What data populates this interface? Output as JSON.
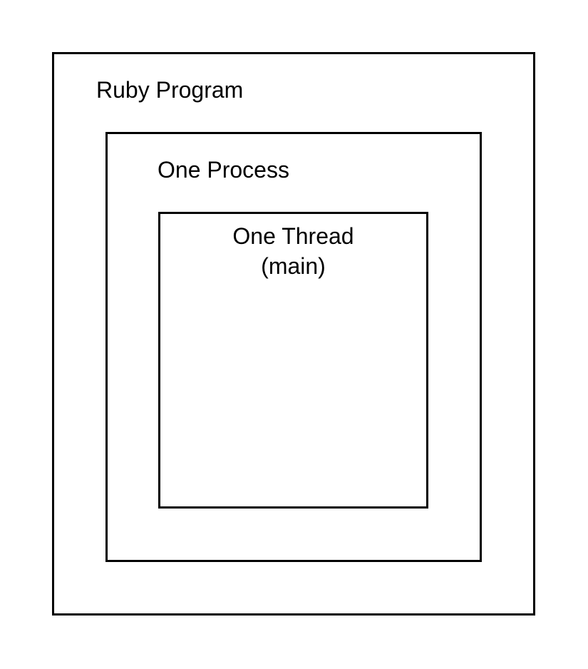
{
  "diagram": {
    "outer": {
      "label": "Ruby Program"
    },
    "middle": {
      "label": "One Process"
    },
    "inner": {
      "label_line1": "One Thread",
      "label_line2": "(main)"
    }
  }
}
